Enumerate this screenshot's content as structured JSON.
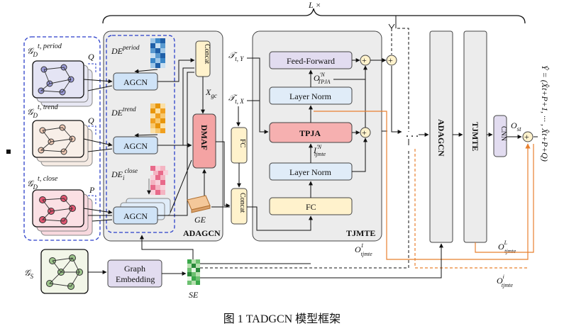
{
  "caption": "图 1 TADGCN 模型框架",
  "top_label": "L ×",
  "graphs": {
    "period": "𝒢",
    "period_sup": "t, period",
    "period_sub": "D",
    "period_q": "Q",
    "trend": "𝒢",
    "trend_sup": "t, trend",
    "trend_sub": "D",
    "trend_q": "Q",
    "close": "𝒢",
    "close_sup": "t, close",
    "close_sub": "D",
    "close_p": "P",
    "static": "𝒢",
    "static_sub": "S"
  },
  "de": {
    "period": "DE",
    "period_sup": "period",
    "trend": "DE",
    "trend_sup": "trend",
    "close": "DE",
    "close_sup": "close",
    "close_sub": "i"
  },
  "blocks": {
    "agcn": "AGCN",
    "concat": "Concat",
    "dmaf": "DMAF",
    "adagcn_panel": "ADAGCN",
    "ge": "GE",
    "xgc": "X",
    "xgc_sub": "gc",
    "fc": "FC",
    "concat2": "Concat",
    "tjmte_panel": "TJMTE",
    "feed_forward": "Feed-Forward",
    "layer_norm": "Layer Norm",
    "tpja": "TPJA",
    "fc_inner": "FC",
    "t_y": "𝒯",
    "t_y_sub": "t, Y",
    "t_x": "𝒯",
    "t_x_sub": "t, X",
    "o_tpja": "O",
    "o_tpja_sup": "′N",
    "o_tpja_sub": "TPJA",
    "i_tjmte": "I",
    "i_tjmte_sup": "′N",
    "i_tjmte_sub": "tjmte",
    "o1": "O",
    "o1_sup": "1",
    "o1_sub": "tjmte",
    "adagcn_tall": "ADAGCN",
    "tjmte_tall": "TJMTE",
    "cnn": "CNN",
    "ost": "O",
    "ost_sub": "st",
    "oL": "O",
    "oL_sup": "L",
    "oL_sub": "tjmte",
    "oi": "O",
    "oi_sup": "i",
    "oi_sub": "tjmte",
    "dots": "· · ·",
    "graph_embedding_1": "Graph",
    "graph_embedding_2": "Embedding",
    "se": "SE",
    "output": "Ŷ = (X̂t+P+1, ··· , X̂t+P+Q)"
  },
  "colors": {
    "agcn_fill": "#cfe3f7",
    "concat_fill": "#fff2cc",
    "dmaf_fill": "#f4a3a3",
    "layer_fill": "#e0ecf8",
    "ff_fill": "#e2dcf0",
    "tpja_fill": "#f6b0b0",
    "fc_fill": "#fff2cc",
    "graph_emb_fill": "#e2dcf0",
    "panel_fill": "#ececec",
    "blue_dash": "#2b3fc9",
    "orange": "#e8802f",
    "heat_period": "#3a86c8",
    "heat_trend": "#f0a020",
    "heat_close": "#e86a8a",
    "heat_se": "#3aa84a"
  }
}
